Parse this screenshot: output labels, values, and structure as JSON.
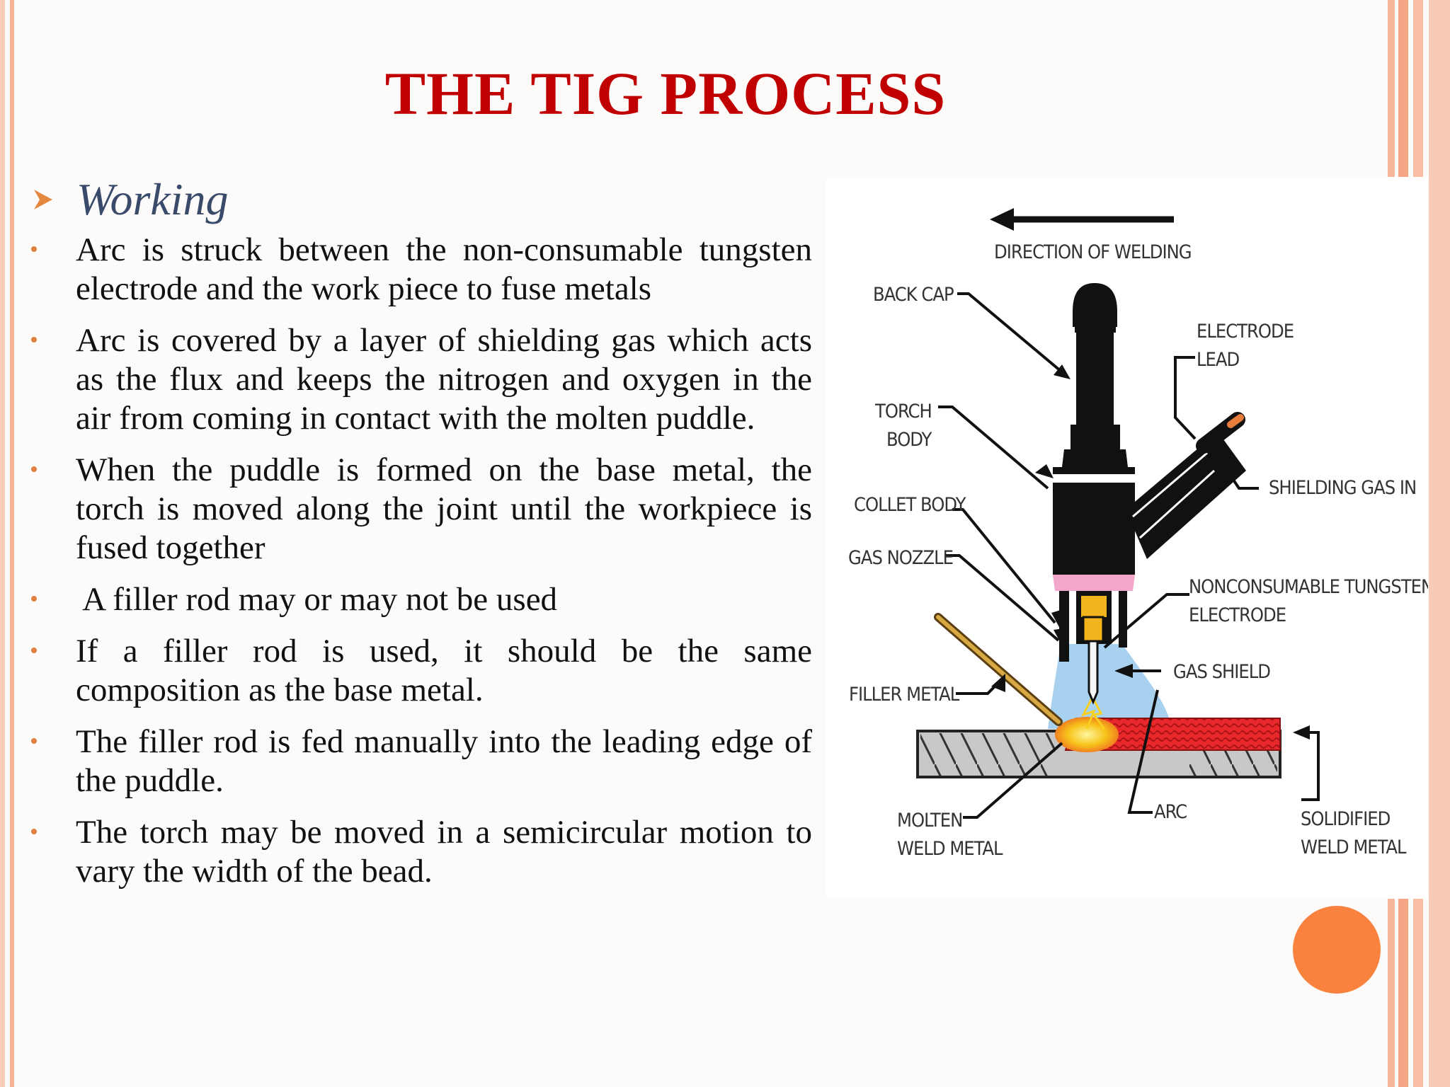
{
  "title": "THE TIG PROCESS",
  "section": {
    "heading": "Working",
    "bullets": [
      "Arc is struck between the non-consumable tungsten electrode and the work piece to fuse metals",
      "Arc is covered by a layer of shielding gas which acts as the flux and keeps the nitrogen and oxygen in the air from coming in contact with the molten puddle.",
      "When the puddle is formed on the base metal, the torch is moved along the joint until the workpiece is fused together",
      " A filler rod may or may not be used",
      "If a filler rod is used, it should be the same composition as the base metal.",
      "The filler rod is fed manually into the leading edge of the puddle.",
      "The torch may be moved in a semicircular motion to vary the width of the bead."
    ]
  },
  "diagram": {
    "labels": {
      "direction": "DIRECTION OF WELDING",
      "back_cap": "BACK CAP",
      "electrode_lead_1": "ELECTRODE",
      "electrode_lead_2": "LEAD",
      "torch_body_1": "TORCH",
      "torch_body_2": "BODY",
      "shielding_gas_in": "SHIELDING GAS IN",
      "collet_body": "COLLET BODY",
      "gas_nozzle": "GAS NOZZLE",
      "tungsten_1": "NONCONSUMABLE TUNGSTEN",
      "tungsten_2": "ELECTRODE",
      "gas_shield": "GAS SHIELD",
      "filler_metal": "FILLER METAL",
      "molten_1": "MOLTEN",
      "molten_2": "WELD METAL",
      "arc": "ARC",
      "solidified_1": "SOLIDIFIED",
      "solidified_2": "WELD METAL"
    }
  },
  "colors": {
    "title": "#c00000",
    "heading": "#3a4a6a",
    "bullet": "#e08040",
    "accent_circle": "#f9823e",
    "stripe": "#f7b79a"
  }
}
